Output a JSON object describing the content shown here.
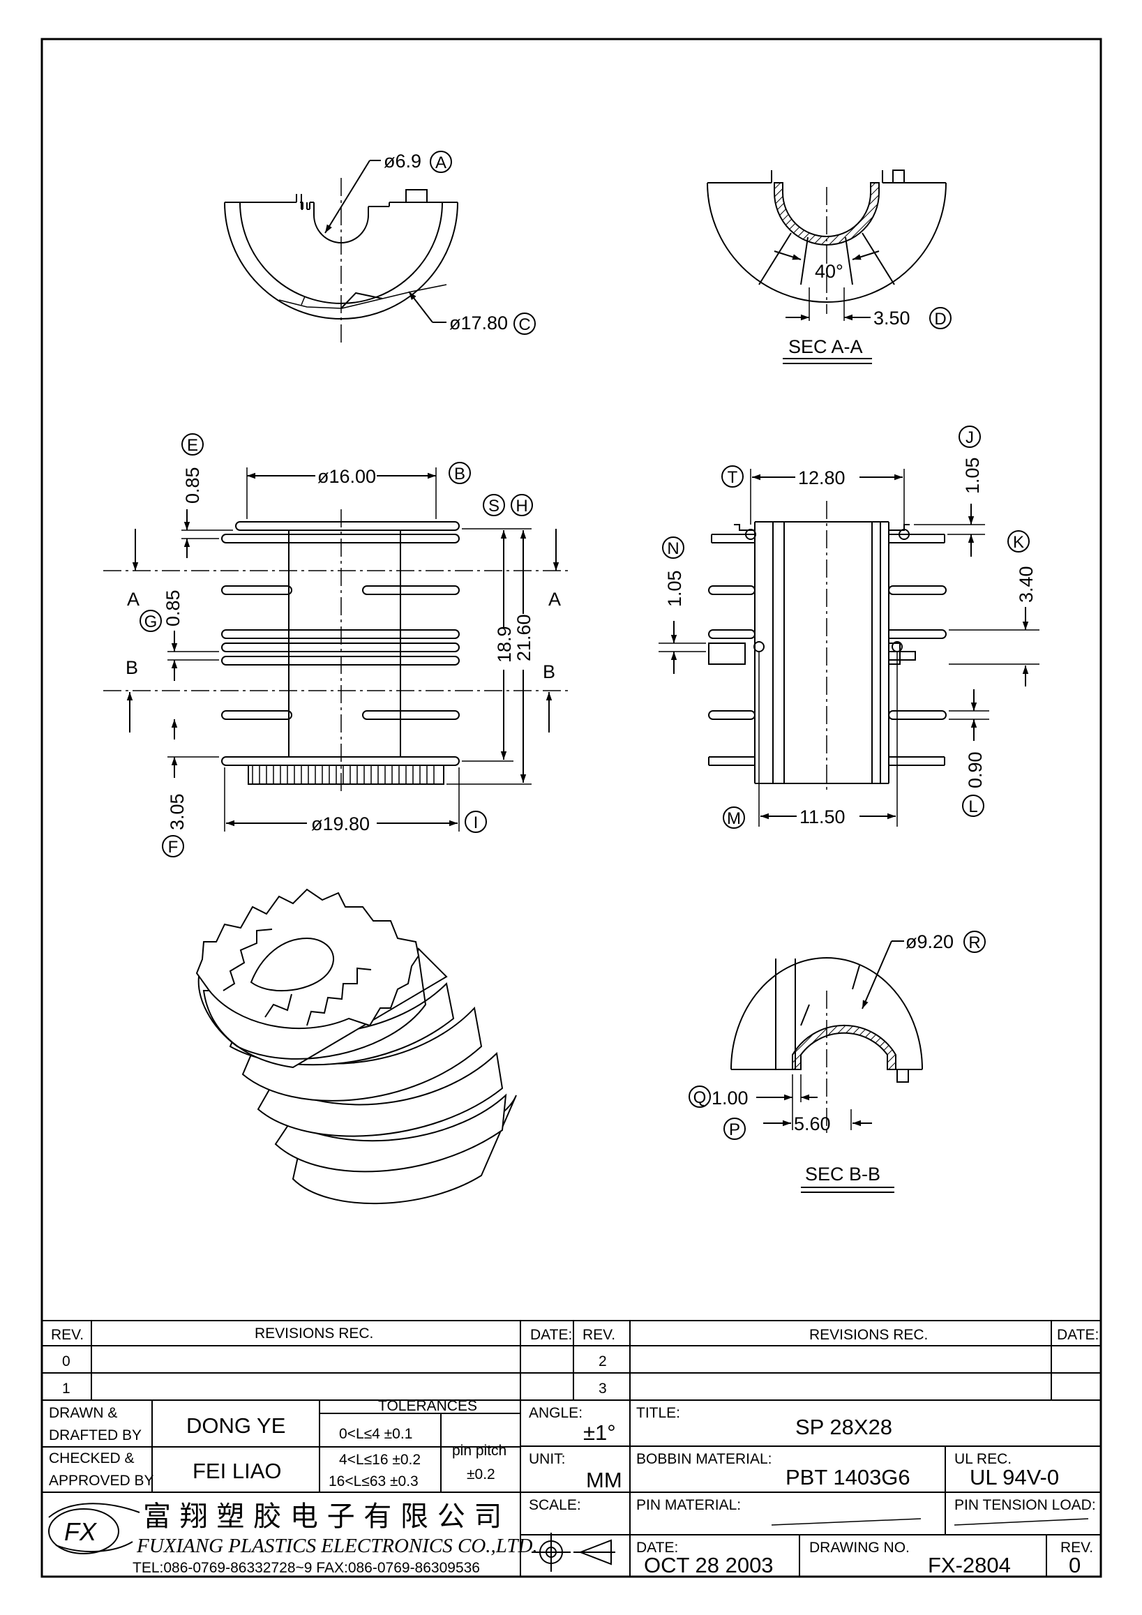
{
  "views": {
    "top": {
      "dim_a": "ø6.9",
      "tag_a": "A",
      "dim_c": "ø17.80",
      "tag_c": "C"
    },
    "sec_aa": {
      "angle": "40°",
      "dim_d": "3.50",
      "tag_d": "D",
      "title": "SEC A-A"
    },
    "front": {
      "dim_b": "ø16.00",
      "tag_b": "B",
      "dim_e": "0.85",
      "tag_e": "E",
      "dim_g": "0.85",
      "tag_g": "G",
      "dim_h_inner": "18.9",
      "dim_h": "21.60",
      "tag_s": "S",
      "tag_h": "H",
      "dim_f": "3.05",
      "tag_f": "F",
      "dim_i": "ø19.80",
      "tag_i": "I",
      "cut_a": "A",
      "cut_b": "B"
    },
    "side": {
      "dim_t": "12.80",
      "tag_t": "T",
      "dim_j": "1.05",
      "tag_j": "J",
      "dim_k": "3.40",
      "tag_k": "K",
      "dim_n": "1.05",
      "tag_n": "N",
      "dim_l": "0.90",
      "tag_l": "L",
      "dim_m": "11.50",
      "tag_m": "M"
    },
    "sec_bb": {
      "dim_r": "ø9.20",
      "tag_r": "R",
      "dim_q": "1.00",
      "tag_q": "Q",
      "dim_p": "5.60",
      "tag_p": "P",
      "title": "SEC B-B"
    }
  },
  "title_block": {
    "rev_header": "REV.",
    "revisions_header": "REVISIONS   REC.",
    "date_header": "DATE:",
    "revs_left": [
      "0",
      "1"
    ],
    "revs_right": [
      "2",
      "3"
    ],
    "drawn_label_1": "DRAWN &",
    "drawn_label_2": "DRAFTED BY",
    "drawn_by": "DONG YE",
    "checked_label_1": "CHECKED &",
    "checked_label_2": "APPROVED BY",
    "checked_by": "FEI LIAO",
    "tolerances_header": "TOLERANCES",
    "tol_1": "0<L≤4   ±0.1",
    "tol_2": "4<L≤16  ±0.2",
    "tol_3": "16<L≤63  ±0.3",
    "pin_pitch_label": "pin  pitch",
    "pin_pitch_value": "±0.2",
    "angle_label": "ANGLE:",
    "angle_value": "±1°",
    "unit_label": "UNIT:",
    "unit_value": "MM",
    "scale_label": "SCALE:",
    "title_label": "TITLE:",
    "title_value": "SP  28X28",
    "bobbin_label": "BOBBIN  MATERIAL:",
    "bobbin_value": "PBT  1403G6",
    "ul_label": "UL  REC.",
    "ul_value": "UL  94V-0",
    "pin_material_label": "PIN  MATERIAL:",
    "pin_tension_label": "PIN  TENSION  LOAD:",
    "date_label": "DATE:",
    "date_value": "OCT  28  2003",
    "drawing_no_label": "DRAWING  NO.",
    "drawing_no_value": "FX-2804",
    "rev_label": "REV.",
    "rev_value": "0",
    "company_cn": "富 翔 塑 胶 电 子 有 限 公 司",
    "company_en": "FUXIANG  PLASTICS  ELECTRONICS  CO.,LTD.",
    "contact": "TEL:086-0769-86332728~9   FAX:086-0769-86309536",
    "logo_text": "FX"
  }
}
